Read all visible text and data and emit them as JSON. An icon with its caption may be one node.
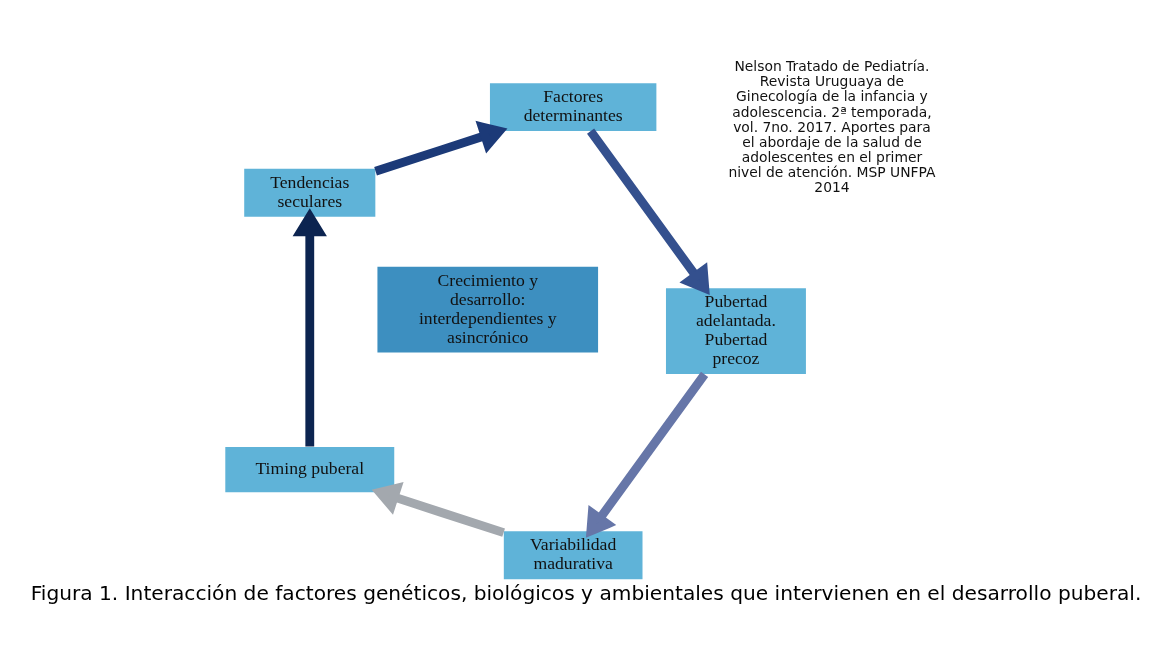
{
  "diagram": {
    "caption": "Figura 1. Interacción de factores genéticos, biológicos y ambientales que intervienen en el desarrollo puberal.",
    "nodes": [
      {
        "text": [
          "Variabilidad madurativa"
        ]
      },
      {
        "text": [
          "Timing puberal"
        ]
      },
      {
        "text": [
          "Tendencias seculares"
        ]
      },
      {
        "text": [
          "Factores determinantes"
        ]
      },
      {
        "text": [
          "Pubertad adelantada.",
          "Pubertad precoz"
        ]
      }
    ],
    "edges": [
      {
        "from": 0,
        "to": 1,
        "arrow": "to",
        "color": "#a3a8ae"
      },
      {
        "from": 1,
        "to": 2,
        "arrow": "to",
        "color": "#0c2450"
      },
      {
        "from": 2,
        "to": 3,
        "arrow": "to",
        "color": "#1c3a78"
      },
      {
        "from": 3,
        "to": 4,
        "arrow": "to",
        "color": "#34508e"
      },
      {
        "from": 4,
        "to": 0,
        "arrow": "to",
        "color": "#6676a8"
      }
    ],
    "labels": [
      "Crecimiento y desarrollo: interdependientes y asincrónico",
      "Nelson Tratado de Pediatría. Revista Uruguaya de Ginecología de la infancia y adolescencia. 2ª temporada, vol. 7no. 2017. Aportes para el abordaje de la salud de adolescentes en el primer nivel de atención. MSP UNFPA 2014"
    ]
  }
}
